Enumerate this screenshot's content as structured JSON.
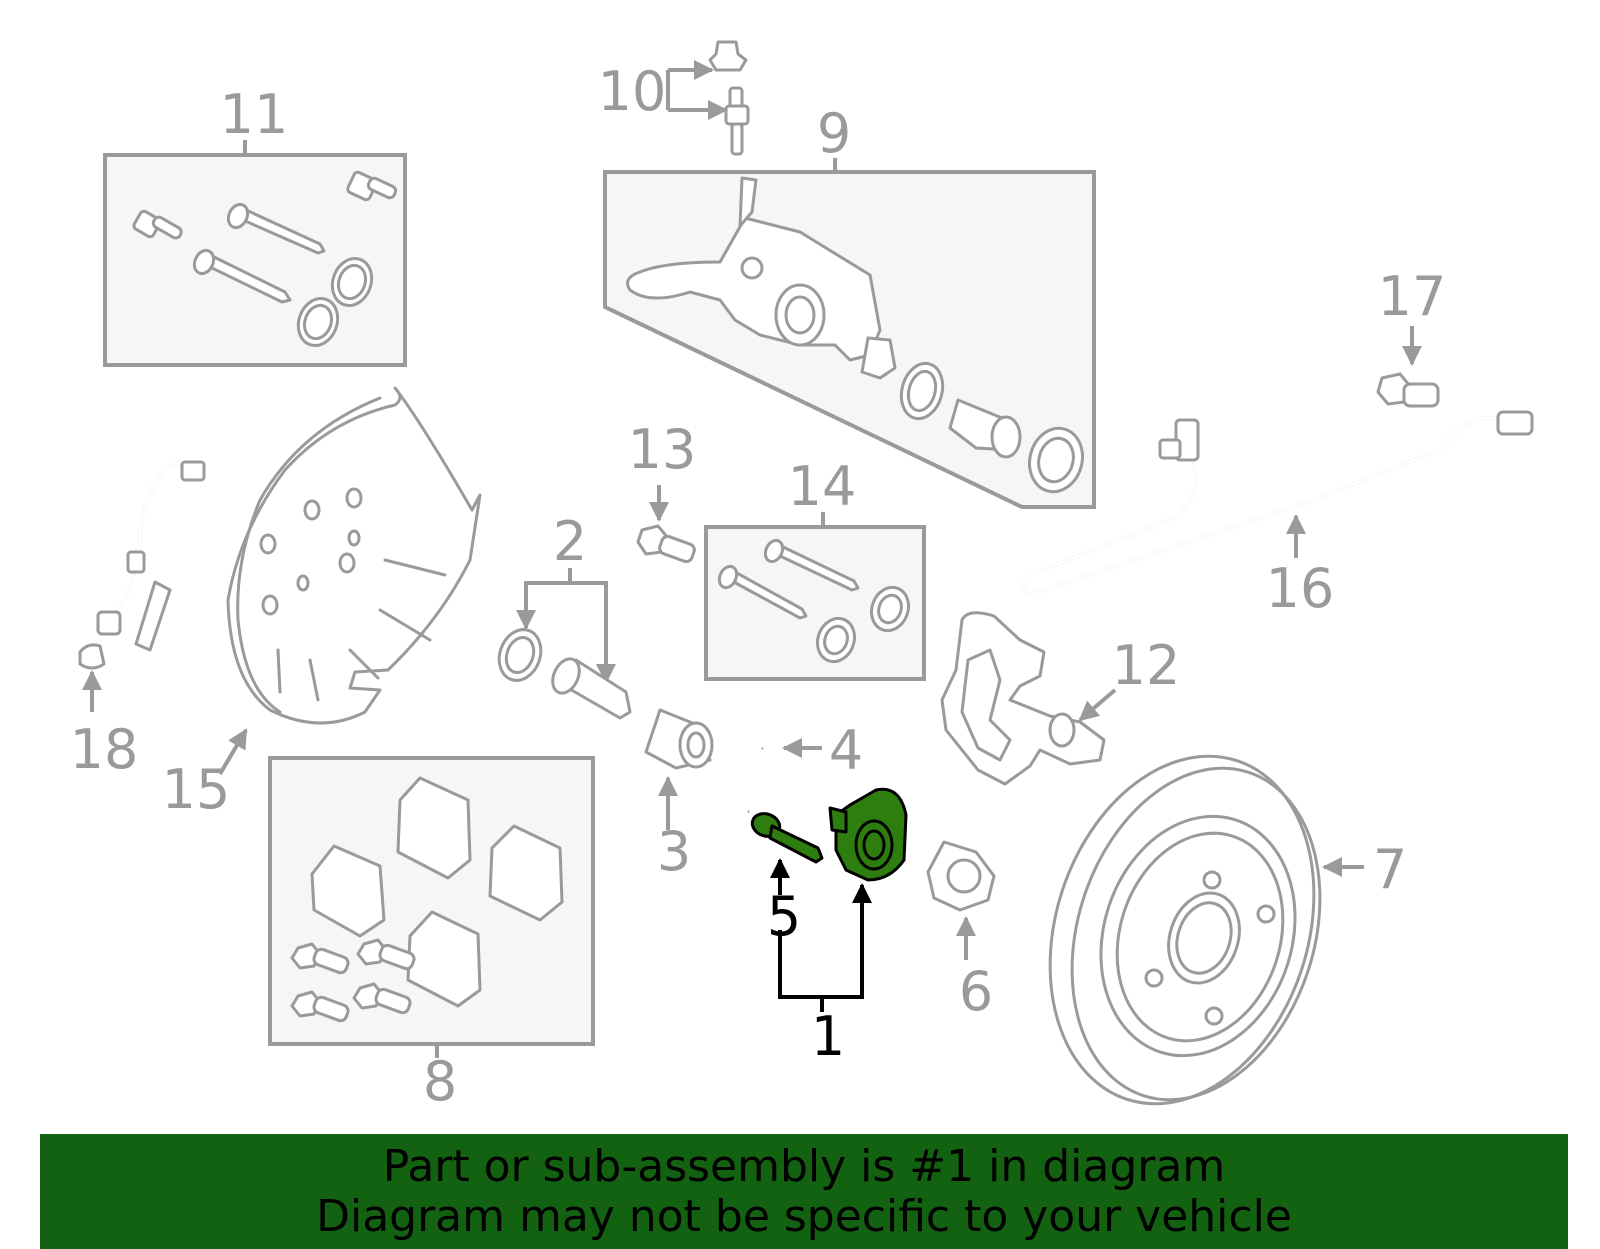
{
  "callouts": {
    "c1": "1",
    "c2": "2",
    "c3": "3",
    "c4": "4",
    "c5": "5",
    "c6": "6",
    "c7": "7",
    "c8": "8",
    "c9": "9",
    "c10": "10",
    "c11": "11",
    "c12": "12",
    "c13": "13",
    "c14": "14",
    "c15": "15",
    "c16": "16",
    "c17": "17",
    "c18": "18"
  },
  "selected_part": "1",
  "colors": {
    "highlight": "#2e7d0f",
    "banner": "#136212",
    "linework": "#9a9a9a"
  },
  "banner": {
    "line1": "Part or sub-assembly is #1 in diagram",
    "line2": "Diagram may not be specific to your vehicle"
  }
}
